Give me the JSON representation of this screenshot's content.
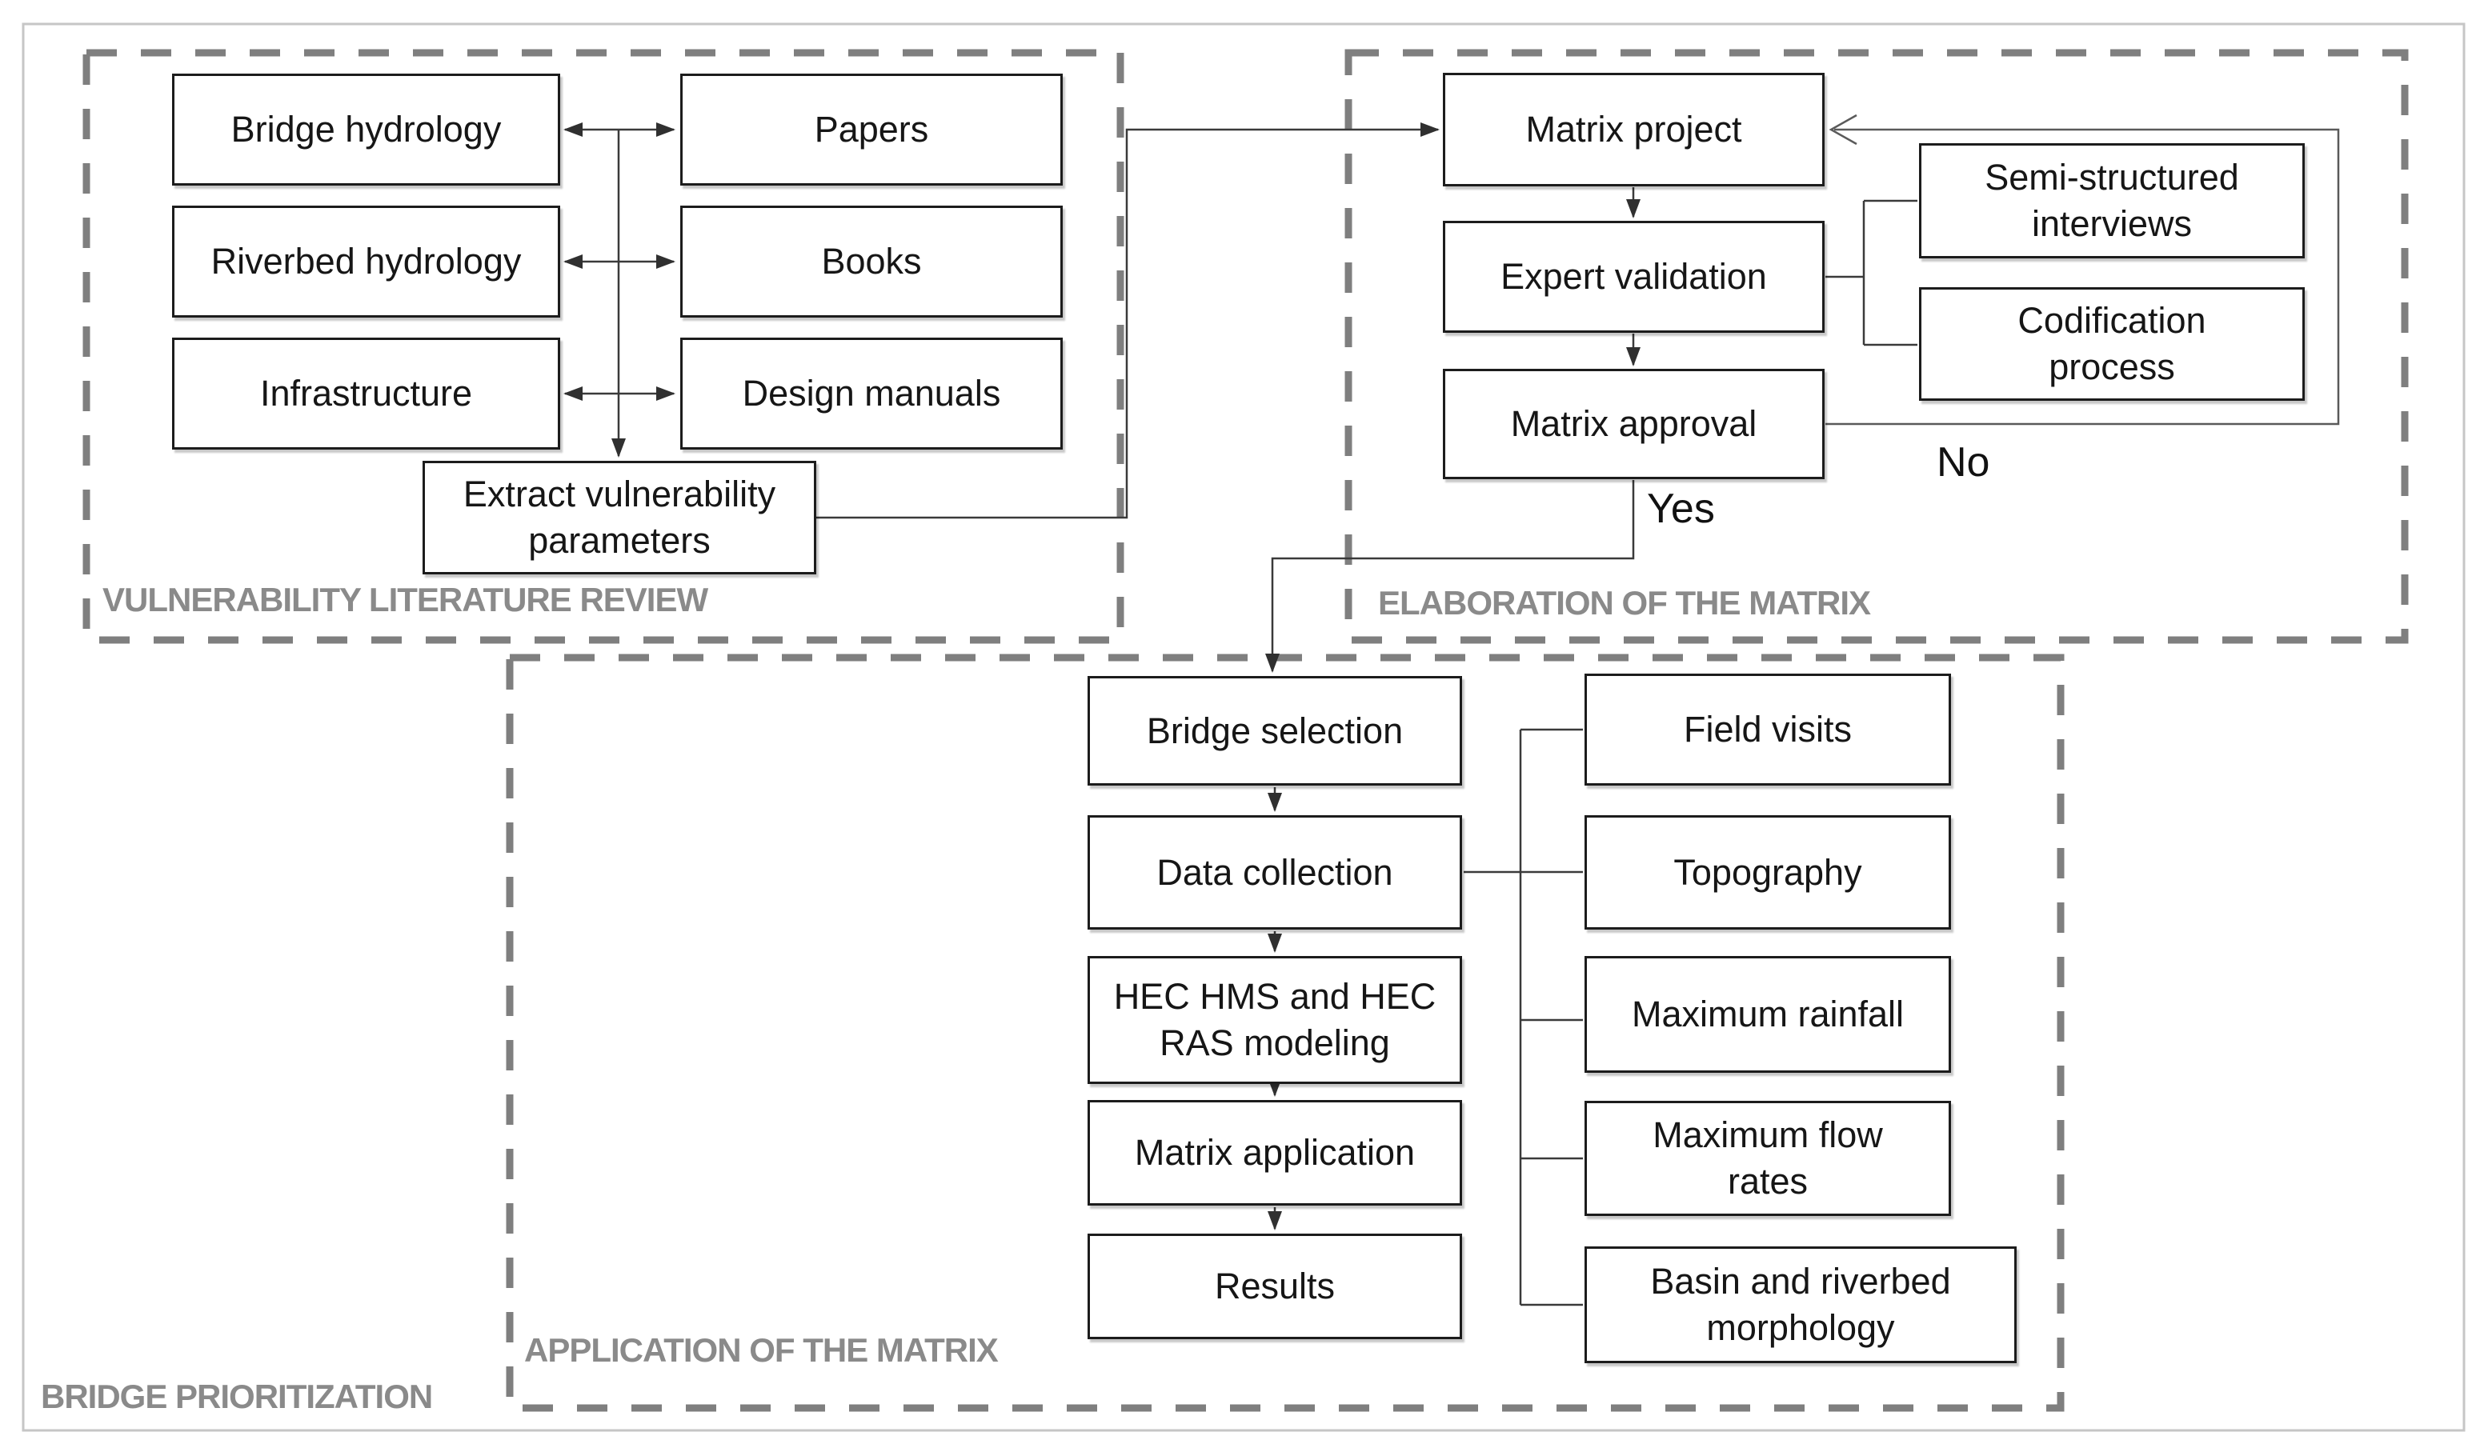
{
  "title": "Bridge prioritization methodology flowchart",
  "colors": {
    "background": "#ffffff",
    "box_border": "#1c1c1c",
    "box_fill": "#ffffff",
    "connector": "#3a3a3a",
    "group_dash_border": "#7f7f7f",
    "group_label": "#8a8a8a",
    "outer_frame": "#c6c6c6"
  },
  "groups": {
    "vulnerability": {
      "label": "VULNERABILITY LITERATURE REVIEW"
    },
    "elaboration": {
      "label": "ELABORATION OF THE MATRIX"
    },
    "application": {
      "label": "APPLICATION OF THE MATRIX"
    },
    "prioritization": {
      "label": "BRIDGE PRIORITIZATION"
    }
  },
  "nodes": {
    "bridge_hydrology": "Bridge hydrology",
    "riverbed_hydrology": "Riverbed hydrology",
    "infrastructure": "Infrastructure",
    "papers": "Papers",
    "books": "Books",
    "design_manuals": "Design manuals",
    "extract_parameters": "Extract vulnerability\nparameters",
    "matrix_project": "Matrix project",
    "expert_validation": "Expert validation",
    "matrix_approval": "Matrix approval",
    "semi_structured_interviews": "Semi-structured\ninterviews",
    "codification_process": "Codification\nprocess",
    "bridge_selection": "Bridge selection",
    "data_collection": "Data collection",
    "hec_modeling": "HEC HMS and HEC\nRAS modeling",
    "matrix_application": "Matrix application",
    "results": "Results",
    "field_visits": "Field visits",
    "topography": "Topography",
    "maximum_rainfall": "Maximum rainfall",
    "maximum_flow_rates": "Maximum flow\nrates",
    "basin_morphology": "Basin and riverbed\nmorphology"
  },
  "decision": {
    "yes": "Yes",
    "no": "No"
  }
}
